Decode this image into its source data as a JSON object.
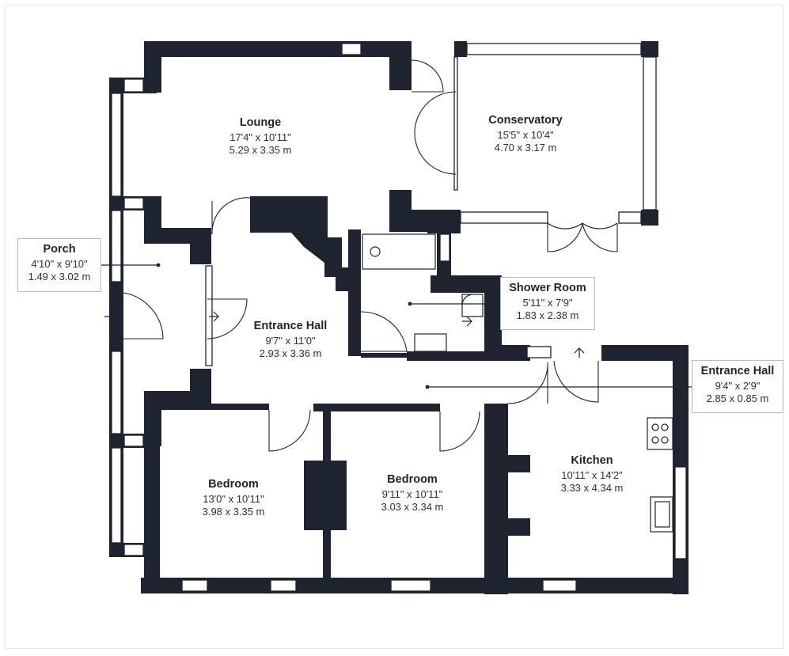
{
  "rooms": [
    {
      "id": "lounge",
      "name": "Lounge",
      "imperial": "17'4\" x 10'11\"",
      "metric": "5.29 x 3.35 m"
    },
    {
      "id": "conservatory",
      "name": "Conservatory",
      "imperial": "15'5\" x 10'4\"",
      "metric": "4.70 x 3.17 m"
    },
    {
      "id": "porch",
      "name": "Porch",
      "imperial": "4'10\" x 9'10\"",
      "metric": "1.49 x 3.02 m"
    },
    {
      "id": "entrance-hall",
      "name": "Entrance Hall",
      "imperial": "9'7\" x 11'0\"",
      "metric": "2.93 x 3.36 m"
    },
    {
      "id": "shower-room",
      "name": "Shower Room",
      "imperial": "5'11\" x 7'9\"",
      "metric": "1.83 x 2.38 m"
    },
    {
      "id": "entrance-hall-2",
      "name": "Entrance Hall",
      "imperial": "9'4\" x 2'9\"",
      "metric": "2.85 x 0.85 m"
    },
    {
      "id": "kitchen",
      "name": "Kitchen",
      "imperial": "10'11\" x 14'2\"",
      "metric": "3.33 x 4.34 m"
    },
    {
      "id": "bedroom-1",
      "name": "Bedroom",
      "imperial": "13'0\" x 10'11\"",
      "metric": "3.98 x 3.35 m"
    },
    {
      "id": "bedroom-2",
      "name": "Bedroom",
      "imperial": "9'11\" x 10'11\"",
      "metric": "3.03 x 3.34 m"
    }
  ]
}
